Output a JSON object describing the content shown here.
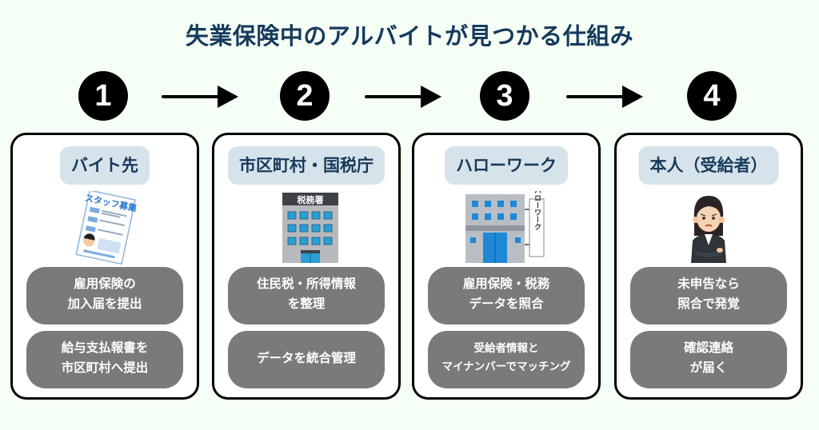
{
  "title": "失業保険中のアルバイトが見つかる仕組み",
  "colors": {
    "background": "#f5fff5",
    "title": "#163a5c",
    "label_bg": "#d7e3ea",
    "pill_bg": "#7a7a7a"
  },
  "arrows": [
    {
      "from": 1,
      "to": 2,
      "icon": "right-arrow-icon"
    },
    {
      "from": 2,
      "to": 3,
      "icon": "right-arrow-icon"
    },
    {
      "from": 3,
      "to": 4,
      "icon": "right-arrow-icon"
    }
  ],
  "steps": [
    {
      "number": "1",
      "label": "バイト先",
      "illustration": "job-posting-flyer-icon",
      "flyer_text": "スタッフ募集",
      "actions": [
        "雇用保険の\n加入届を提出",
        "給与支払報書を\n市区町村へ提出"
      ]
    },
    {
      "number": "2",
      "label": "市区町村・国税庁",
      "illustration": "tax-office-building-icon",
      "sign_text": "税務署",
      "actions": [
        "住民税・所得情報\nを整理",
        "データを統合管理"
      ]
    },
    {
      "number": "3",
      "label": "ハローワーク",
      "illustration": "hello-work-building-icon",
      "sign_text": "ハローワーク",
      "actions": [
        "雇用保険・税務\nデータを照合",
        "受給者情報と\nマイナンバーでマッチング"
      ]
    },
    {
      "number": "4",
      "label": "本人（受給者）",
      "illustration": "worried-woman-icon",
      "actions": [
        "未申告なら\n照合で発覚",
        "確認連絡\nが届く"
      ]
    }
  ]
}
